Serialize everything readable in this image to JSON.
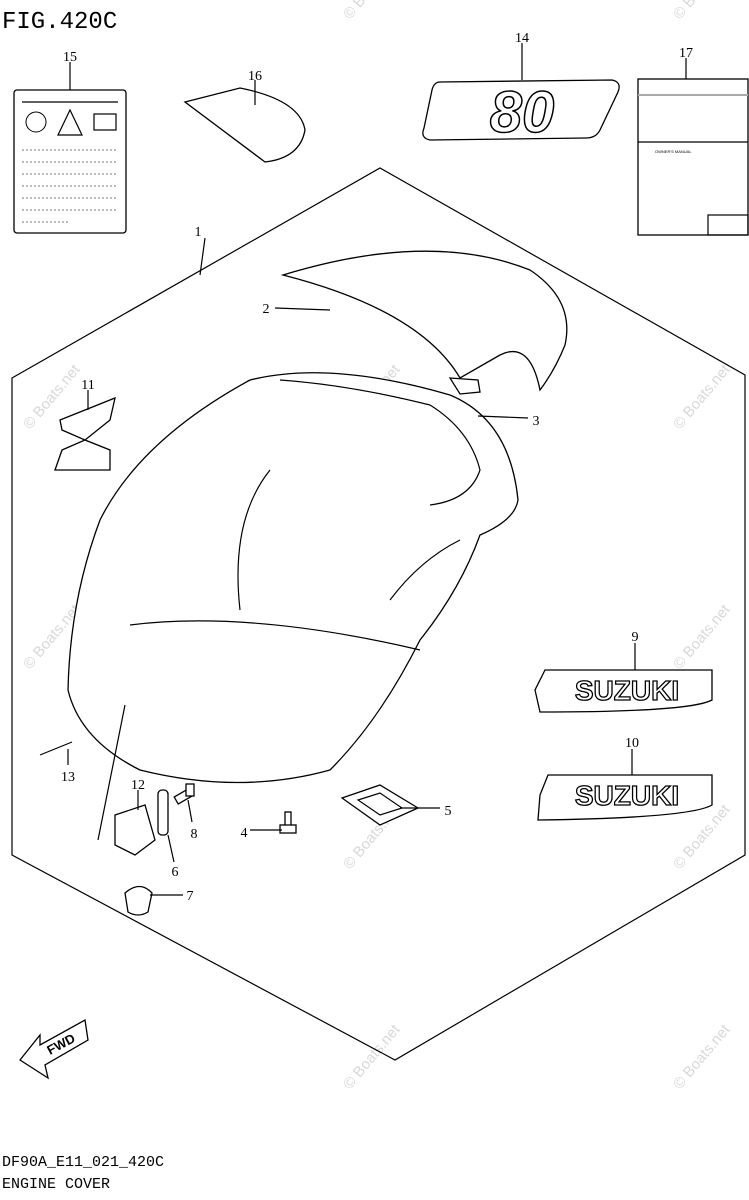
{
  "figure": {
    "title": "FIG.420C",
    "code": "DF90A_E11_021_420C",
    "name": "ENGINE COVER"
  },
  "callouts": [
    "1",
    "2",
    "3",
    "4",
    "5",
    "6",
    "7",
    "8",
    "9",
    "10",
    "11",
    "12",
    "13",
    "14",
    "15",
    "16",
    "17"
  ],
  "decals": {
    "model_number": "80",
    "brand_upper": "SUZUKI",
    "brand_lower": "SUZUKI",
    "fwd_arrow": "FWD",
    "manual_title": "OWNER'S MANUAL"
  },
  "watermark": "© Boats.net"
}
